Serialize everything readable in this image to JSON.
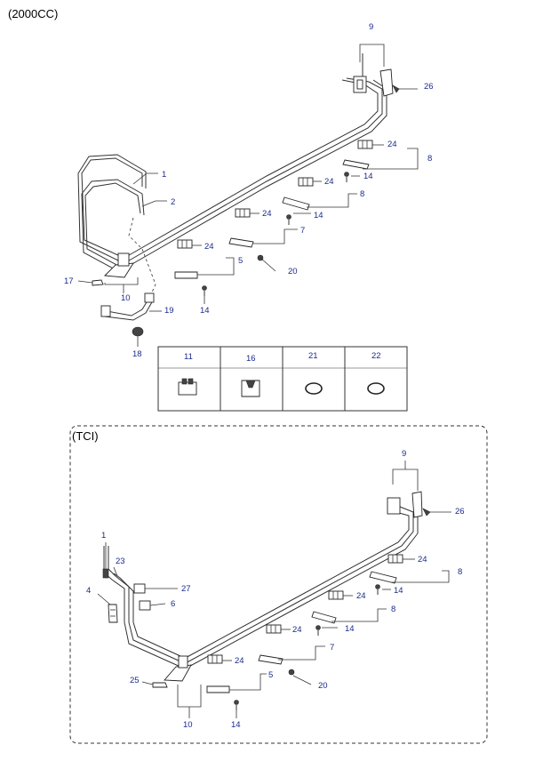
{
  "sections": {
    "top": {
      "title": "(2000CC)"
    },
    "bottom": {
      "title": "(TCI)"
    }
  },
  "table": {
    "headers": [
      "11",
      "16",
      "21",
      "22"
    ]
  },
  "callouts_top": [
    "9",
    "26",
    "24",
    "8",
    "14",
    "24",
    "8",
    "14",
    "24",
    "7",
    "1",
    "2",
    "24",
    "5",
    "20",
    "17",
    "10",
    "14",
    "19",
    "18"
  ],
  "callouts_bottom": [
    "9",
    "26",
    "24",
    "8",
    "14",
    "24",
    "8",
    "14",
    "1",
    "23",
    "27",
    "4",
    "6",
    "24",
    "7",
    "24",
    "5",
    "25",
    "20",
    "10",
    "14"
  ]
}
